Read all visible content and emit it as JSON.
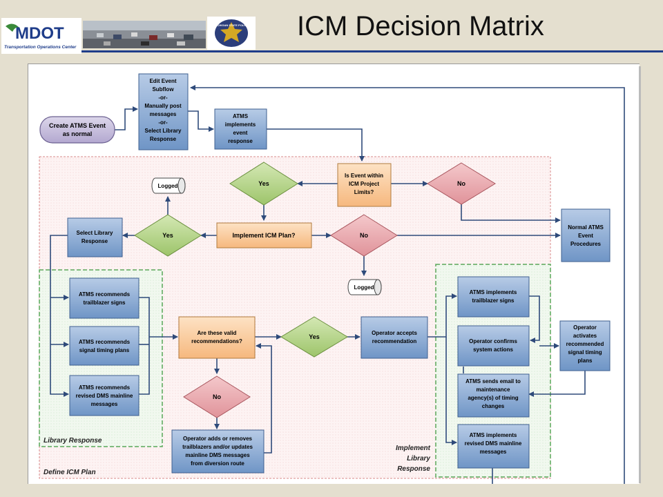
{
  "header": {
    "title": "ICM Decision Matrix",
    "logo_text": "MDOT",
    "logo_subtitle": "Transportation Operations Center",
    "badge_text": "MICHIGAN STATE POLICE"
  },
  "regions": {
    "define_icm_plan": "Define ICM Plan",
    "library_response": "Library Response",
    "implement_library_response": [
      "Implement",
      "Library",
      "Response"
    ]
  },
  "nodes": {
    "create_event": [
      "Create ATMS Event",
      "as normal"
    ],
    "edit_event": [
      "Edit Event",
      "Subflow",
      "-or-",
      "Manually post",
      "messages",
      "-or-",
      "Select Library",
      "Response"
    ],
    "atms_implements_event": [
      "ATMS",
      "implements",
      "event",
      "response"
    ],
    "is_event_within": [
      "Is Event within",
      "ICM Project",
      "Limits?"
    ],
    "yes_1": "Yes",
    "no_1": "No",
    "logged_1": "Logged",
    "logged_2": "Logged",
    "select_library": [
      "Select Library",
      "Response"
    ],
    "yes_2": "Yes",
    "implement_icm_plan": "Implement ICM Plan?",
    "no_2": "No",
    "normal_atms": [
      "Normal ATMS",
      "Event",
      "Procedures"
    ],
    "rec_trailblazer": [
      "ATMS recommends",
      "trailblazer signs"
    ],
    "rec_signal_timing": [
      "ATMS recommends",
      "signal timing plans"
    ],
    "rec_dms": [
      "ATMS recommends",
      "revised DMS mainline",
      "messages"
    ],
    "valid_recs": [
      "Are these valid",
      "recommendations?"
    ],
    "yes_3": "Yes",
    "operator_accepts": [
      "Operator accepts",
      "recommendation"
    ],
    "no_3": "No",
    "operator_adds": [
      "Operator adds or removes",
      "trailblazers and/or updates",
      "mainline DMS messages",
      "from diversion route"
    ],
    "impl_trailblazer": [
      "ATMS implements",
      "trailblazer signs"
    ],
    "operator_confirms": [
      "Operator confirms",
      "system actions"
    ],
    "operator_activates": [
      "Operator",
      "activates",
      "recommended",
      "signal timing",
      "plans"
    ],
    "atms_sends_email": [
      "ATMS sends email to",
      "maintenance",
      "agency(s) of timing",
      "changes"
    ],
    "impl_dms": [
      "ATMS implements",
      "revised DMS mainline",
      "messages"
    ]
  },
  "colors": {
    "background": "#e4dfcf",
    "blue_box": "#7fa3cf",
    "orange_box": "#f9c89a",
    "green_diamond": "#b5d48a",
    "red_diamond": "#e8a3a8",
    "region_red": "#d88a8a",
    "region_green": "#5aa85a",
    "arrow": "#2e4a7a",
    "brand_blue": "#1f3d8a"
  }
}
